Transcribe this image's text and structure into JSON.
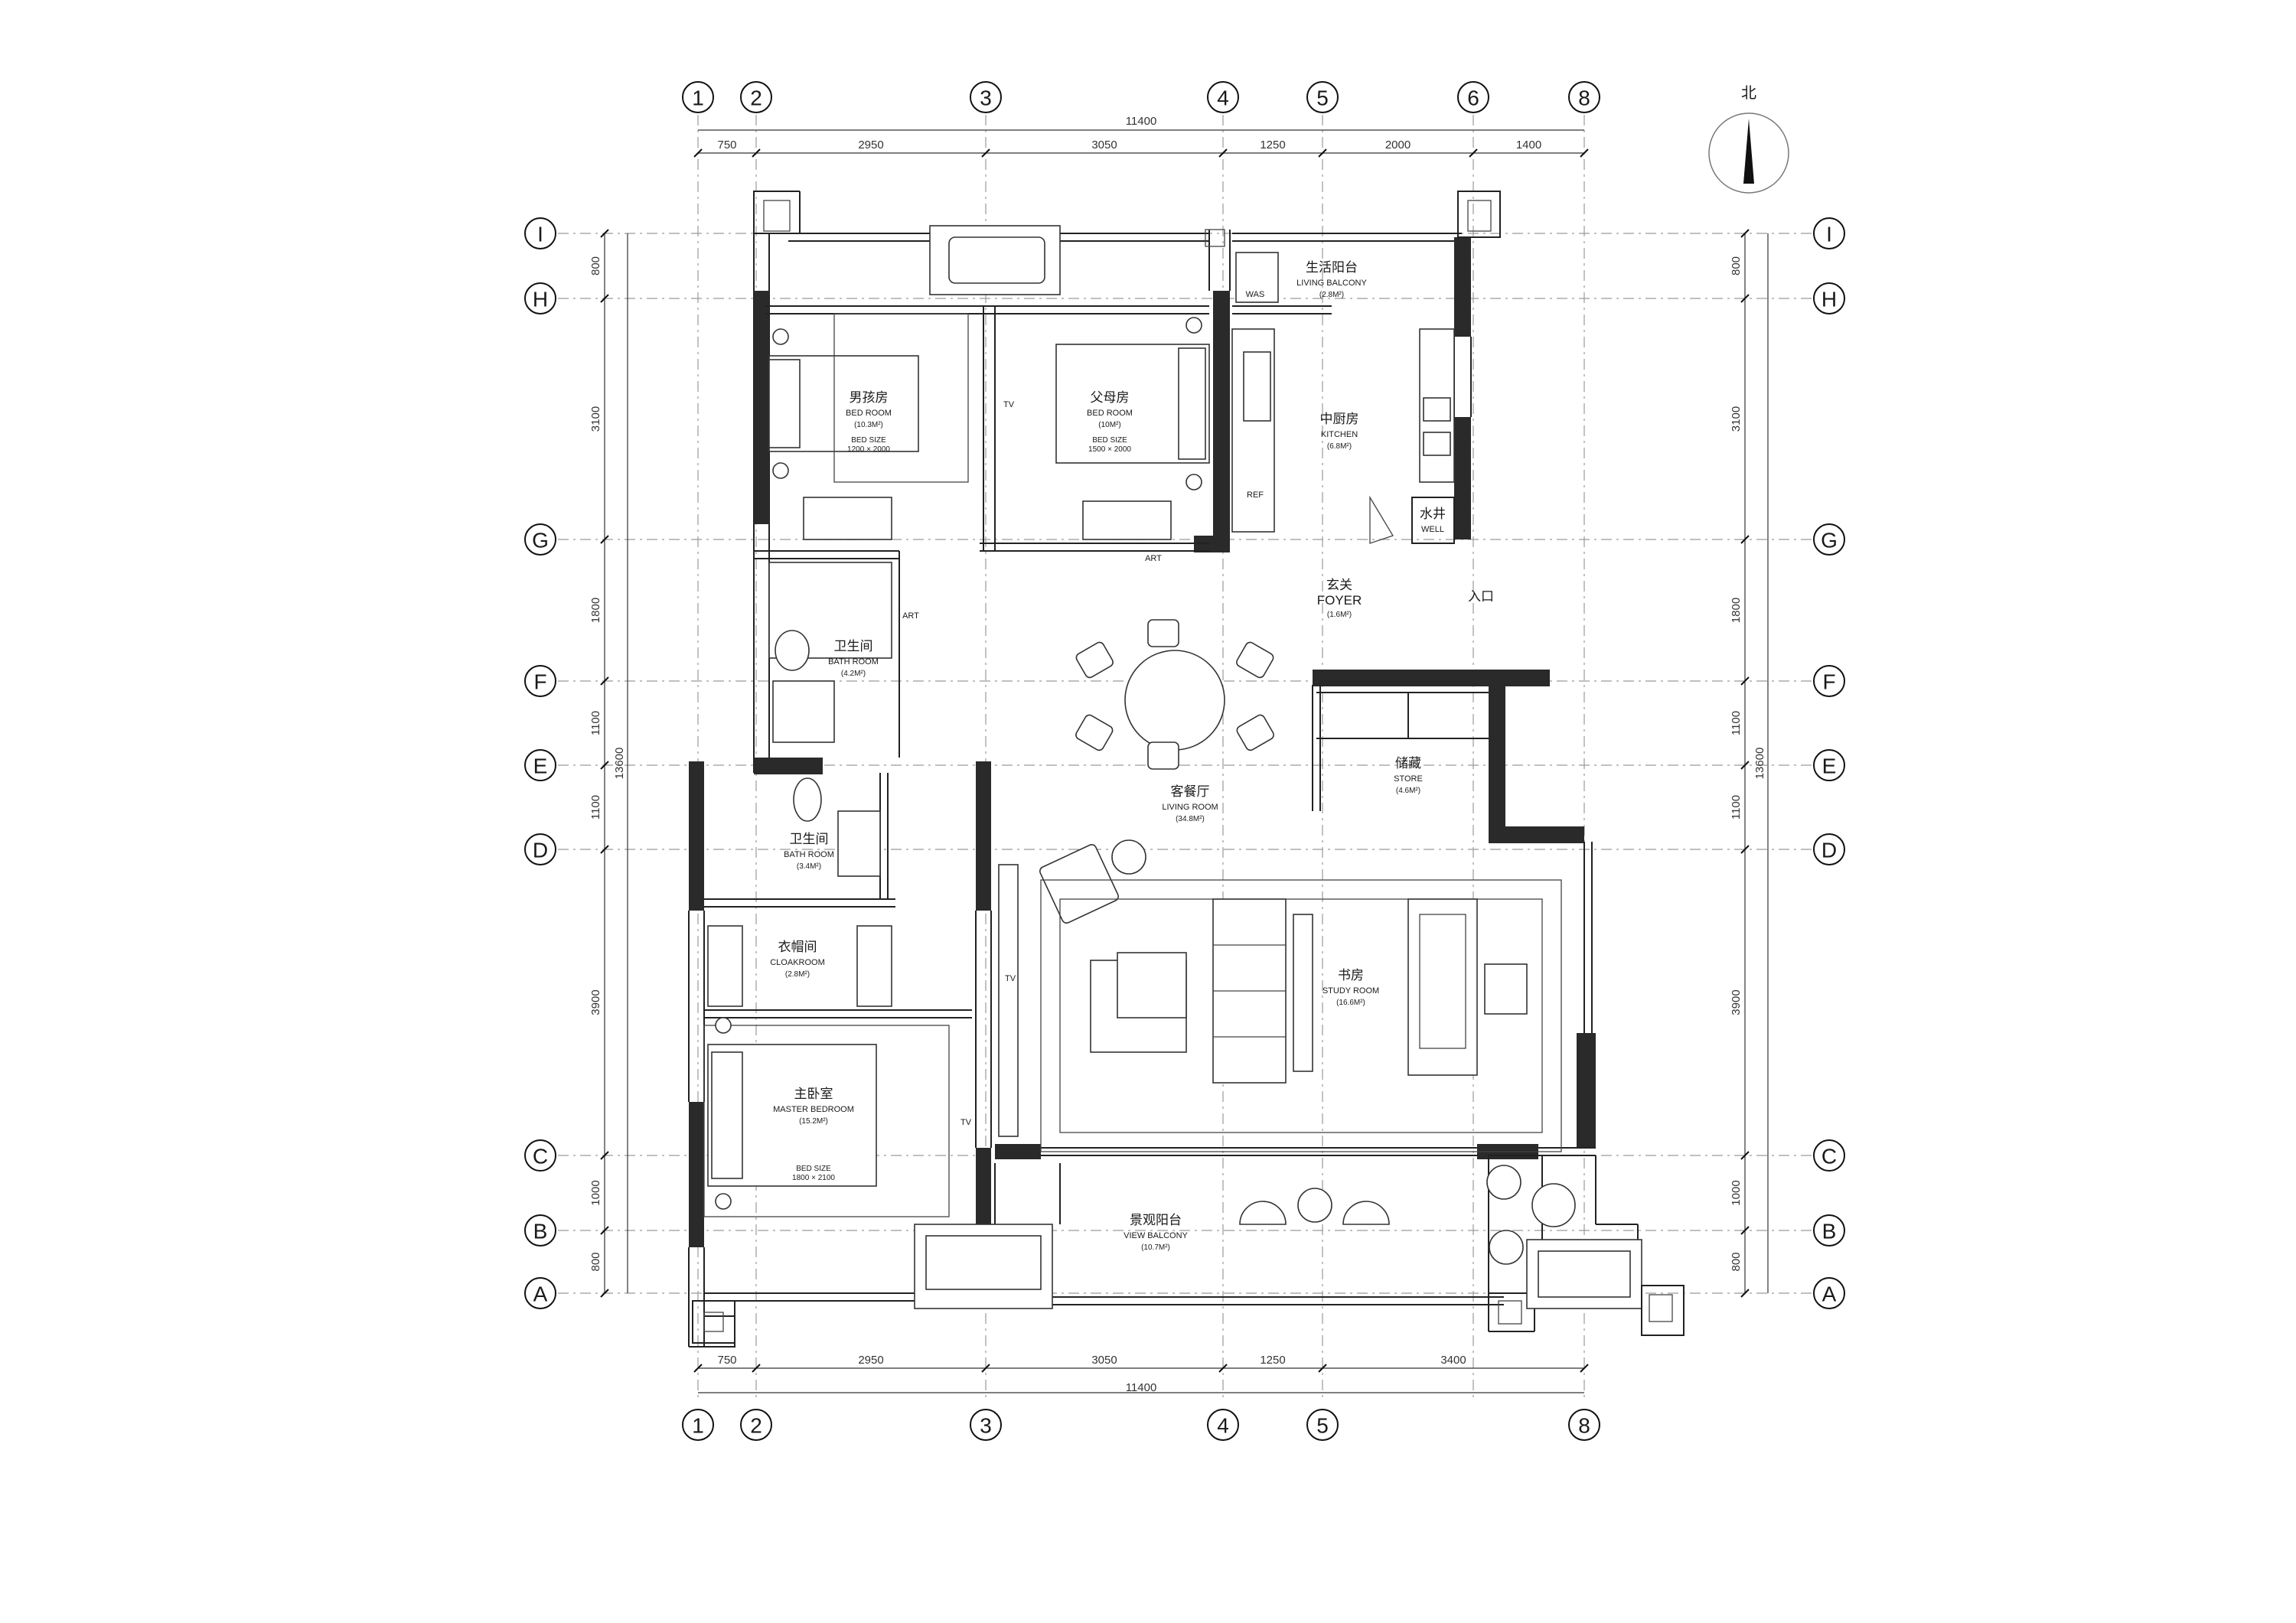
{
  "north_label": "北",
  "grid_columns": [
    "1",
    "2",
    "3",
    "4",
    "5",
    "6",
    "8"
  ],
  "grid_columns_bottom": [
    "1",
    "2",
    "3",
    "4",
    "5",
    "8"
  ],
  "grid_rows": [
    "I",
    "H",
    "G",
    "F",
    "E",
    "D",
    "C",
    "B",
    "A"
  ],
  "dims_top": {
    "total": "11400",
    "segments": [
      "750",
      "2950",
      "3050",
      "1250",
      "2000",
      "1400"
    ]
  },
  "dims_bottom": {
    "total": "11400",
    "segments": [
      "750",
      "2950",
      "3050",
      "1250",
      "3400"
    ]
  },
  "dims_side": {
    "total": "13600",
    "segments": [
      "800",
      "3100",
      "1800",
      "1100",
      "1100",
      "3900",
      "1000",
      "800"
    ]
  },
  "rooms": {
    "boy_room": {
      "cn": "男孩房",
      "en": "BED ROOM",
      "area": "(10.3M²)",
      "size_label": "BED SIZE",
      "size": "1200 × 2000"
    },
    "parents_room": {
      "cn": "父母房",
      "en": "BED ROOM",
      "area": "(10M²)",
      "size_label": "BED SIZE",
      "size": "1500 × 2000"
    },
    "living_balcony": {
      "cn": "生活阳台",
      "en": "LIVING BALCONY",
      "area": "(2.8M²)"
    },
    "kitchen": {
      "cn": "中厨房",
      "en": "KITCHEN",
      "area": "(6.8M²)"
    },
    "well": {
      "cn": "水井",
      "en": "WELL"
    },
    "foyer": {
      "cn": "玄关",
      "en": "FOYER",
      "area": "(1.6M²)"
    },
    "entrance": {
      "cn": "入口"
    },
    "bath1": {
      "cn": "卫生间",
      "en": "BATH ROOM",
      "area": "(4.2M²)"
    },
    "bath2": {
      "cn": "卫生间",
      "en": "BATH ROOM",
      "area": "(3.4M²)"
    },
    "store": {
      "cn": "储藏",
      "en": "STORE",
      "area": "(4.6M²)"
    },
    "living": {
      "cn": "客餐厅",
      "en": "LIVING ROOM",
      "area": "(34.8M²)"
    },
    "cloakroom": {
      "cn": "衣帽间",
      "en": "CLOAKROOM",
      "area": "(2.8M²)"
    },
    "study": {
      "cn": "书房",
      "en": "STUDY ROOM",
      "area": "(16.6M²)"
    },
    "master": {
      "cn": "主卧室",
      "en": "MASTER BEDROOM",
      "area": "(15.2M²)",
      "size_label": "BED SIZE",
      "size": "1800 × 2100"
    },
    "view_balcony": {
      "cn": "景观阳台",
      "en": "VIEW BALCONY",
      "area": "(10.7M²)"
    }
  },
  "labels": {
    "tv1": "TV",
    "tv2": "TV",
    "tv3": "TV",
    "art1": "ART",
    "art2": "ART",
    "ref": "REF",
    "was": "WAS"
  }
}
